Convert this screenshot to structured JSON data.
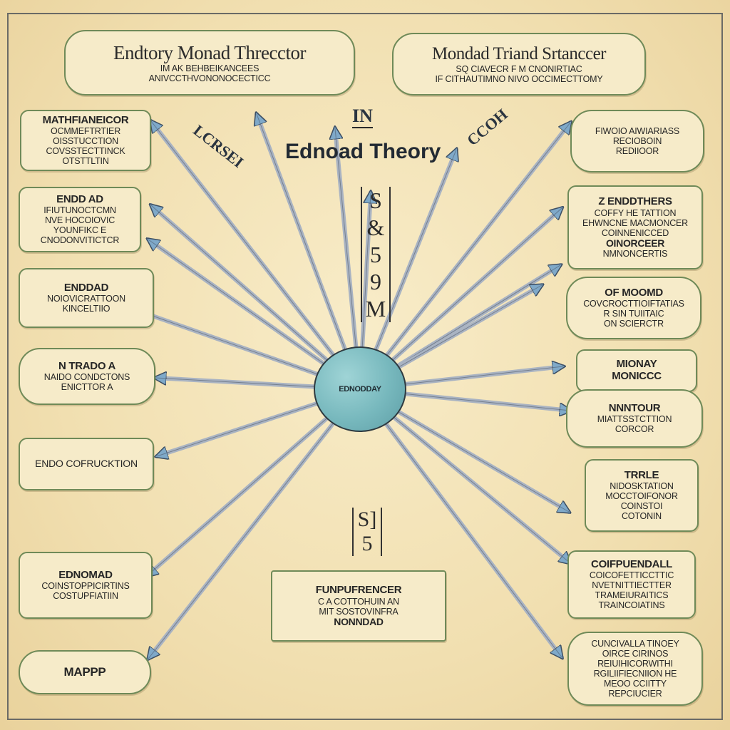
{
  "center": {
    "title": "Ednoad Theory",
    "prefix": "IN",
    "mark_left": "LCRSEI",
    "mark_right": "CCOH",
    "code_top": "S& 59 M",
    "code_bottom": "S] 5",
    "hub": "EDNODDAY"
  },
  "header_left": {
    "title": "Endtory Monad Threcctor",
    "lines": [
      "IM AK BEHBEIKANCEES",
      "ANIVCCTHVONONOCECTICC"
    ]
  },
  "header_right": {
    "title": "Mondad Triand Srtanccer",
    "lines": [
      "SQ CIAVECR F M CNONIRTIAC",
      "IF CITHAUTIMNO NIVO OCCIMECTTOMY"
    ]
  },
  "left_boxes": [
    {
      "title": "MATHFIANEICOR",
      "lines": [
        "OCMMEFTRTIER",
        "OISSTUCCTION",
        "COVSSTECTTINCK",
        "OTSTTLTIN"
      ]
    },
    {
      "title": "ENDD AD",
      "lines": [
        "IFIUTUNOCTCMN",
        "NVE HOCOIOVIC",
        "YOUNFIKC E",
        "CNODONVITICTCR"
      ]
    },
    {
      "title": "ENDDAD",
      "lines": [
        "NOIOVICRATTOON",
        "KINCELTIIO"
      ]
    },
    {
      "title": "N TRADO A",
      "lines": [
        "NAIDO CONDCTONS",
        "ENICTTOR A"
      ]
    },
    {
      "title": "",
      "lines": [
        "ENDO COFRUCKTION"
      ]
    },
    {
      "title": "EDNOMAD",
      "lines": [
        "COINSTOPPICIRTINS",
        "COSTUPFIATIIN"
      ]
    },
    {
      "title": "MAPPP",
      "lines": []
    }
  ],
  "right_boxes": [
    {
      "title": "",
      "lines": [
        "FIWOIO AIWIARIASS",
        "RECIOBOIN",
        "REDIIOOR"
      ]
    },
    {
      "title": "Z ENDDTHERS",
      "lines": [
        "COFFY HE TATTION",
        "EHWNCNE MACMONCER",
        "COINNENICCED",
        "OINORCEER",
        "NMNONCERTIS"
      ]
    },
    {
      "title": "oF MOOMD",
      "lines": [
        "COVCROCTTIOIFTATIAS",
        "R SIN TUIITAIC",
        "ON SCIERCTR"
      ]
    },
    {
      "title": "MIONAY",
      "lines": [
        "MONICCC"
      ]
    },
    {
      "title": "NNNTOUR",
      "lines": [
        "MIATTSSTCTTION",
        "CORCOR"
      ]
    },
    {
      "title": "TRRLE",
      "lines": [
        "NIDOSKTATION",
        "MOCCTOIFONOR",
        "COINSTOI",
        "COTONIN"
      ]
    },
    {
      "title": "COIFPUENDALL",
      "lines": [
        "COICOFETTICCTTIC",
        "NVETNITTIECTTER",
        "TRAMEIURAITICS",
        "TRAINCOIATINS"
      ]
    },
    {
      "title": "",
      "lines": [
        "CUNCIVALLA TINOEY",
        "OIRCE CIRINOS",
        "REIUIHICORWITHI",
        "RGILIIFIECNIION HE",
        "MEOO CCIITTY",
        "REPCIUCIER"
      ]
    }
  ],
  "bottom_box": {
    "title": "FUNPUFRENCER",
    "lines": [
      "C A COTTOHUIN AN",
      "MIT SOSTOVINFRA",
      "NONNDAD"
    ]
  },
  "colors": {
    "background": "#f1dfb0",
    "box_border": "#6f8a58",
    "arrow_shaft": "#a9b3c2",
    "arrow_head": "#7fa9c9",
    "hub_fill": "#77b8bd"
  }
}
